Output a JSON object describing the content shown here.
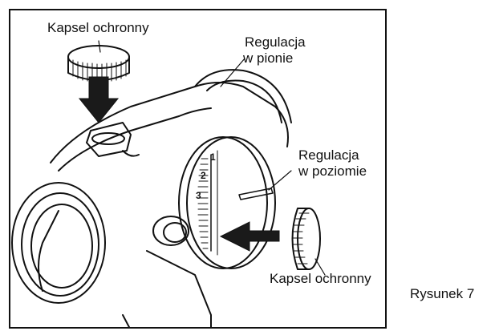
{
  "labels": {
    "cap_top": "Kapsel ochronny",
    "vertical_adj_line1": "Regulacja",
    "vertical_adj_line2": "w pionie",
    "horizontal_adj_line1": "Regulacja",
    "horizontal_adj_line2": "w poziomie",
    "cap_side": "Kapsel ochronny"
  },
  "dial_marks": [
    "1",
    "2",
    "3"
  ],
  "caption": "Rysunek 7"
}
